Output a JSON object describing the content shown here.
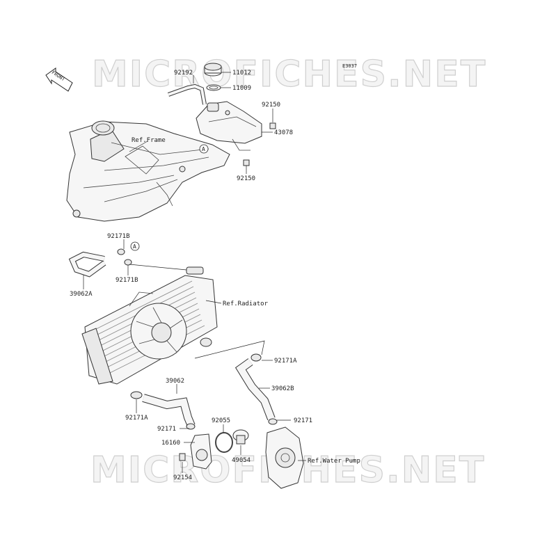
{
  "watermark": {
    "top": "MICROFICHES.NET",
    "bottom": "MICROFICHES.NET"
  },
  "figure_code": "E3037",
  "front_arrow": "FRONT",
  "markers": {
    "a": "A"
  },
  "parts": {
    "p11012": "11012",
    "p92192": "92192",
    "p11009": "11009",
    "p92150_top": "92150",
    "p43078": "43078",
    "p92150_bottom": "92150",
    "p92171B_top": "92171B",
    "p92171B_bottom": "92171B",
    "p39062A": "39062A",
    "p92171A_right": "92171A",
    "p39062B": "39062B",
    "p39062": "39062",
    "p92171A_left": "92171A",
    "p92055": "92055",
    "p92171_left": "92171",
    "p92171_right": "92171",
    "p16160": "16160",
    "p49054": "49054",
    "p92154": "92154"
  },
  "refs": {
    "frame": "Ref.Frame",
    "radiator": "Ref.Radiator",
    "water_pump": "Ref.Water Pump"
  }
}
